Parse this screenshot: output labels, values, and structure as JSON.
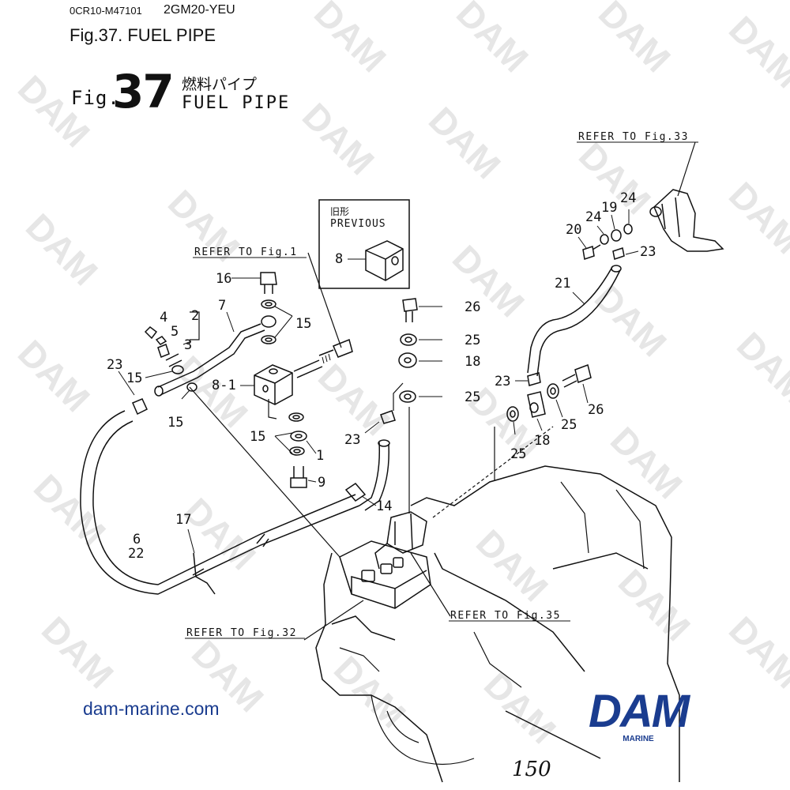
{
  "header": {
    "code": "0CR10-M47101",
    "model": "2GM20-YEU",
    "title": "Fig.37.  FUEL PIPE"
  },
  "figure": {
    "prefix": "Fig.",
    "number": "37",
    "title_jp": "燃料パイプ",
    "title_en": "FUEL PIPE"
  },
  "refs": {
    "fig33": "REFER TO Fig.33",
    "fig1": "REFER TO Fig.1",
    "fig32": "REFER TO Fig.32",
    "fig35": "REFER TO Fig.35"
  },
  "previous_box": {
    "jp": "旧形",
    "en": "PREVIOUS",
    "part": "8"
  },
  "parts": {
    "p1": "1",
    "p2": "2",
    "p3": "3",
    "p4": "4",
    "p5": "5",
    "p6": "6",
    "p7": "7",
    "p8_1": "8-1",
    "p9": "9",
    "p14": "14",
    "p15": "15",
    "p16": "16",
    "p17": "17",
    "p18": "18",
    "p19": "19",
    "p20": "20",
    "p21": "21",
    "p22": "22",
    "p23": "23",
    "p24": "24",
    "p25": "25",
    "p26": "26"
  },
  "page_number": "150",
  "watermark": "DAM",
  "footer": {
    "website": "dam-marine.com",
    "logo_text": "DAM",
    "logo_sub": "MARINE"
  },
  "colors": {
    "brand": "#1a3c8f",
    "line": "#111111",
    "watermark": "#e6e6e6"
  }
}
